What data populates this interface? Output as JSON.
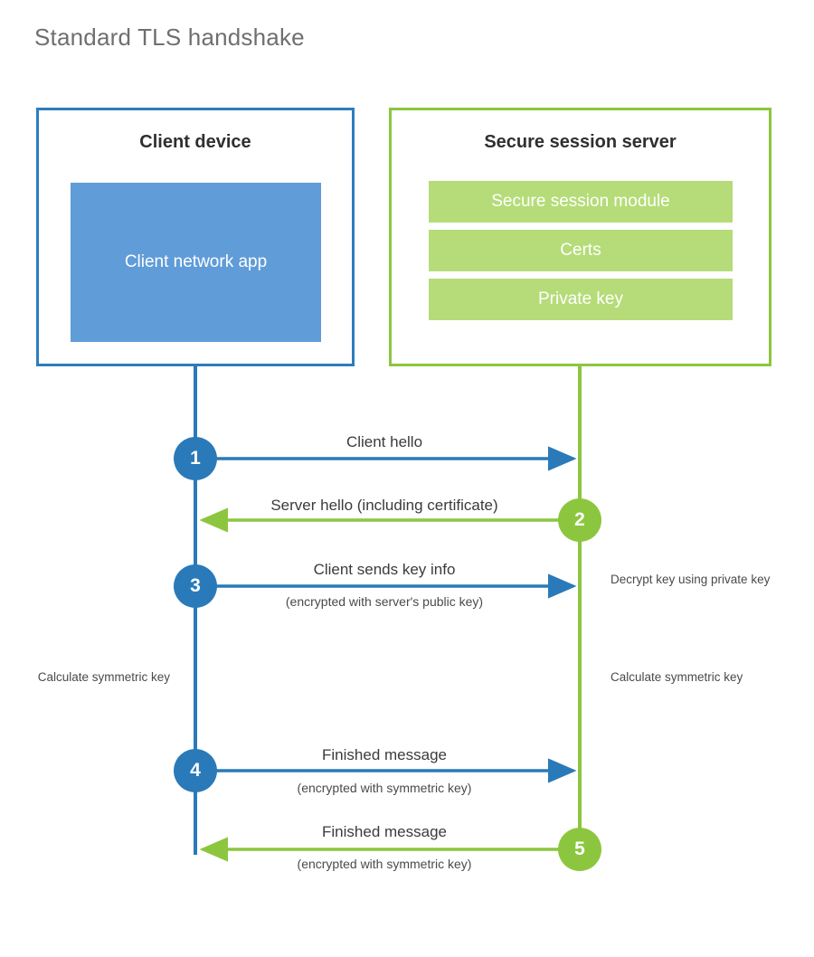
{
  "page": {
    "title": "Standard TLS handshake",
    "background": "#ffffff"
  },
  "colors": {
    "client_border": "#2e7cbd",
    "client_app_fill": "#5f9cd8",
    "client_line": "#2a7ab9",
    "server_border": "#8cc63f",
    "server_bar_fill": "#b5dc78",
    "server_line": "#8cc63f",
    "title_text": "#6f6f6f",
    "body_text": "#3b3b3b"
  },
  "client": {
    "title": "Client device",
    "app_label": "Client network app"
  },
  "server": {
    "title": "Secure session server",
    "components": [
      {
        "label": "Secure session module"
      },
      {
        "label": "Certs"
      },
      {
        "label": "Private key"
      }
    ]
  },
  "steps": [
    {
      "number": "1",
      "side": "client",
      "direction": "to-server",
      "label": "Client hello",
      "sublabel": ""
    },
    {
      "number": "2",
      "side": "server",
      "direction": "to-client",
      "label": "Server hello (including certificate)",
      "sublabel": ""
    },
    {
      "number": "3",
      "side": "client",
      "direction": "to-server",
      "label": "Client sends key info",
      "sublabel": "(encrypted with server's public key)"
    },
    {
      "number": "4",
      "side": "client",
      "direction": "to-server",
      "label": "Finished message",
      "sublabel": "(encrypted with symmetric key)"
    },
    {
      "number": "5",
      "side": "server",
      "direction": "to-client",
      "label": "Finished message",
      "sublabel": "(encrypted with symmetric key)"
    }
  ],
  "notes": {
    "decrypt_key": "Decrypt key using private key",
    "client_calculate": "Calculate symmetric key",
    "server_calculate": "Calculate symmetric key"
  }
}
